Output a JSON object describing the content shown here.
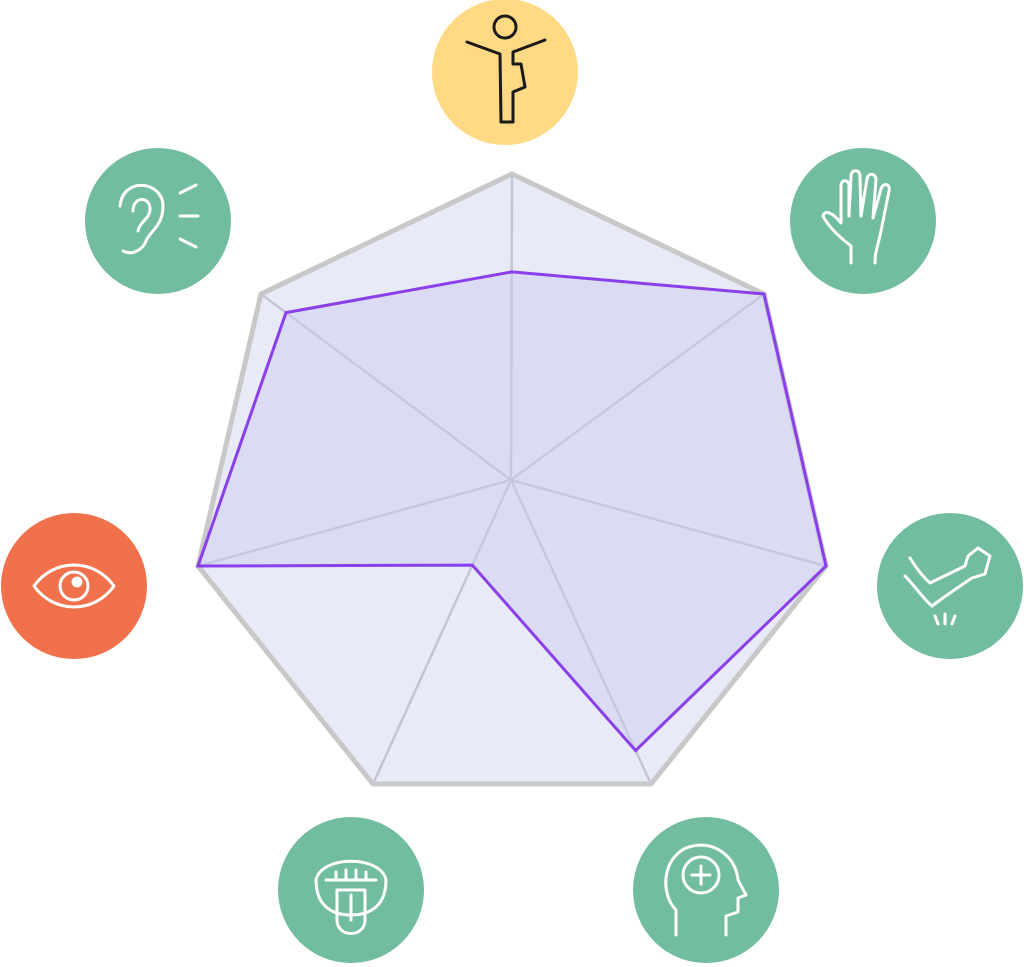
{
  "chart_data": {
    "type": "radar",
    "title": "",
    "axes": [
      {
        "icon": "balance-person-icon",
        "color": "#FFD983",
        "value": 0.68
      },
      {
        "icon": "hand-touch-icon",
        "color": "#72BDA0",
        "value": 1.0
      },
      {
        "icon": "arm-reflex-icon",
        "color": "#72BDA0",
        "value": 1.0
      },
      {
        "icon": "brain-head-icon",
        "color": "#72BDA0",
        "value": 0.89
      },
      {
        "icon": "tongue-taste-icon",
        "color": "#72BDA0",
        "value": 0.28
      },
      {
        "icon": "eye-vision-icon",
        "color": "#F0714B",
        "value": 1.0
      },
      {
        "icon": "ear-hearing-icon",
        "color": "#72BDA0",
        "value": 0.9
      }
    ],
    "range": [
      0,
      1
    ],
    "colors": {
      "outline": "#C8C8C8",
      "area": "#E9EAF7",
      "spoke": "#C3C4D6",
      "series_line": "#8A3FEA",
      "series_fill": "#DCDEF4"
    }
  }
}
